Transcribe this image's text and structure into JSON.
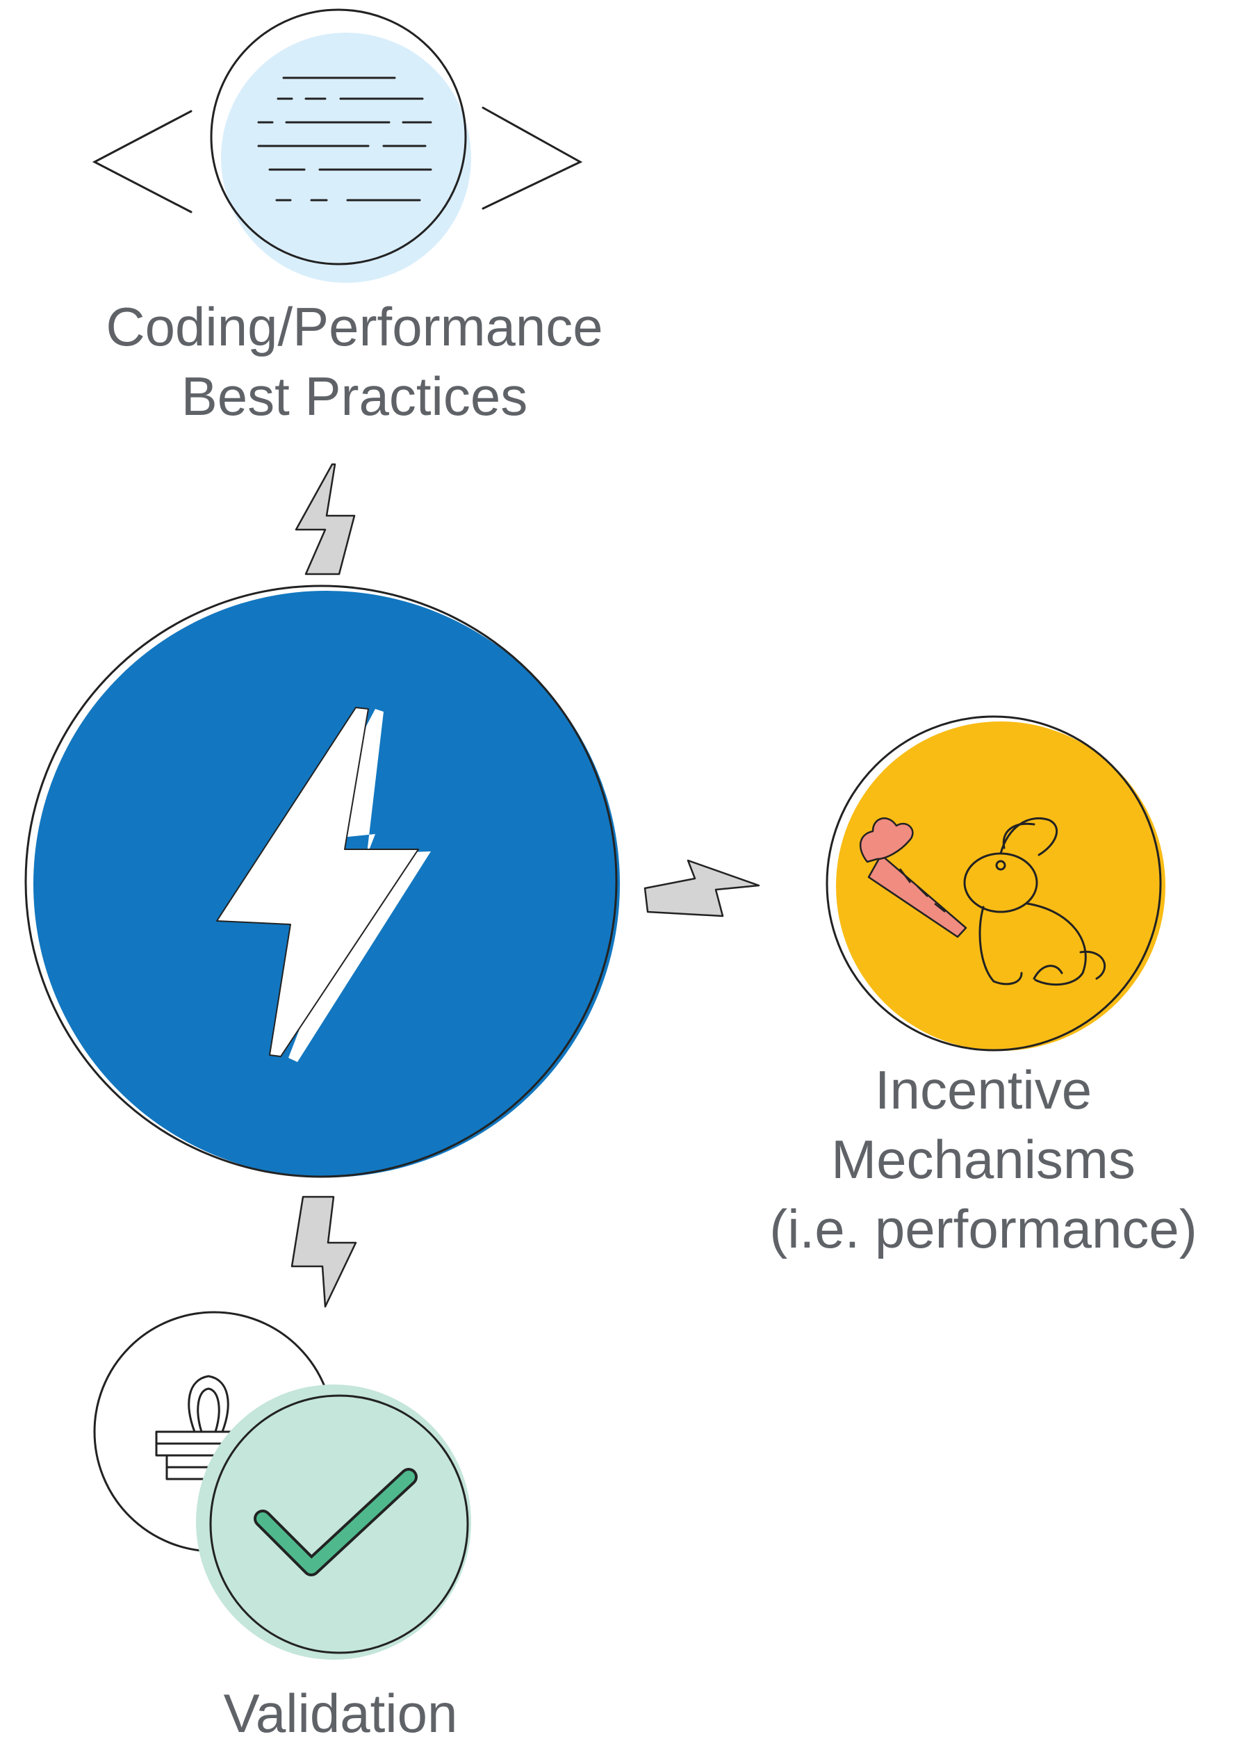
{
  "nodes": {
    "coding": {
      "title": "Coding/Performance",
      "subtitle": "Best Practices",
      "icon": "code-document-icon",
      "fill": "#d9eefb"
    },
    "center": {
      "icon": "amp-lightning-bolt-icon",
      "fill": "#1277c0"
    },
    "incentive": {
      "line1": "Incentive",
      "line2": "Mechanisms",
      "line3": "(i.e. performance)",
      "icon": "carrot-rabbit-icon",
      "fill": "#f9bc15",
      "carrot_color": "#f08c80"
    },
    "validation": {
      "title": "Validation",
      "icons": [
        "stamp-icon",
        "checkmark-icon"
      ],
      "fill": "#c5e6da",
      "check_color": "#4fb98d"
    }
  },
  "connectors": {
    "icon": "lightning-connector-icon",
    "fill": "#d4d4d4"
  },
  "colors": {
    "stroke": "#222222",
    "text": "#5f6368"
  }
}
